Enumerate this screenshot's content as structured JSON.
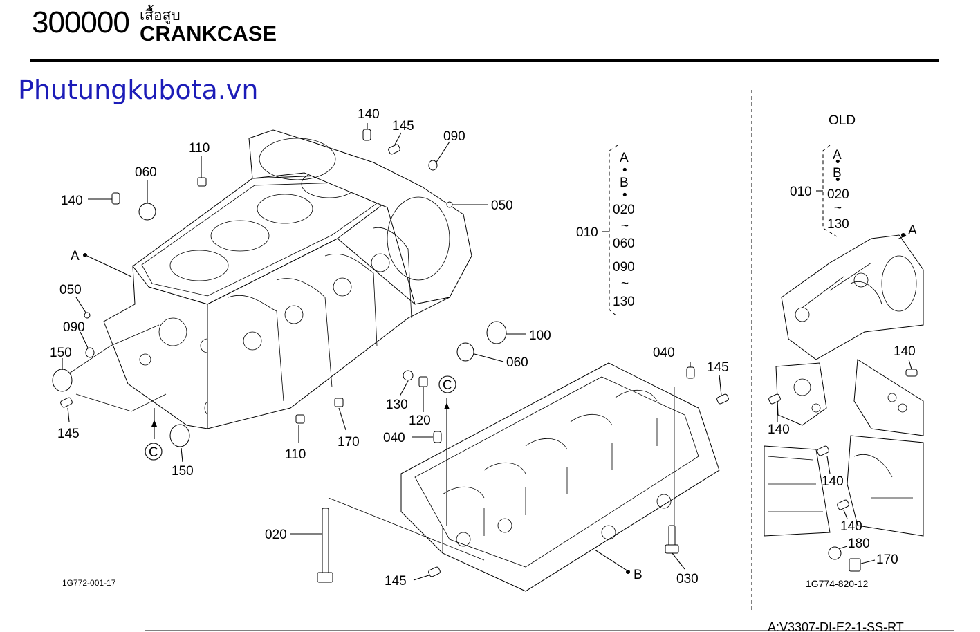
{
  "header": {
    "code": "300000",
    "title_thai": "เสื้อสูบ",
    "title": "CRANKCASE"
  },
  "watermark": "Phutungkubota.vn",
  "main_figure": {
    "figure_id": "1G772-001-17",
    "callouts": [
      "140",
      "145",
      "090",
      "110",
      "060",
      "140",
      "050",
      "A",
      "050",
      "090",
      "150",
      "145",
      "C",
      "150",
      "110",
      "170",
      "130",
      "120",
      "100",
      "060",
      "C",
      "040",
      "040",
      "145",
      "020",
      "145",
      "B",
      "030"
    ],
    "bracket": {
      "ref": "010",
      "items": [
        "A",
        "•",
        "B",
        "•",
        "020",
        "~",
        "060",
        "090",
        "~",
        "130"
      ]
    }
  },
  "old_figure": {
    "heading": "OLD",
    "figure_id": "1G774-820-12",
    "bracket": {
      "ref": "010",
      "items": [
        "A",
        "•",
        "B",
        "•",
        "020",
        "~",
        "130"
      ]
    },
    "callouts": [
      "A",
      "140",
      "140",
      "140",
      "140",
      "180",
      "170"
    ]
  },
  "footer_code": "A:V3307-DI-E2-1-SS-RT"
}
